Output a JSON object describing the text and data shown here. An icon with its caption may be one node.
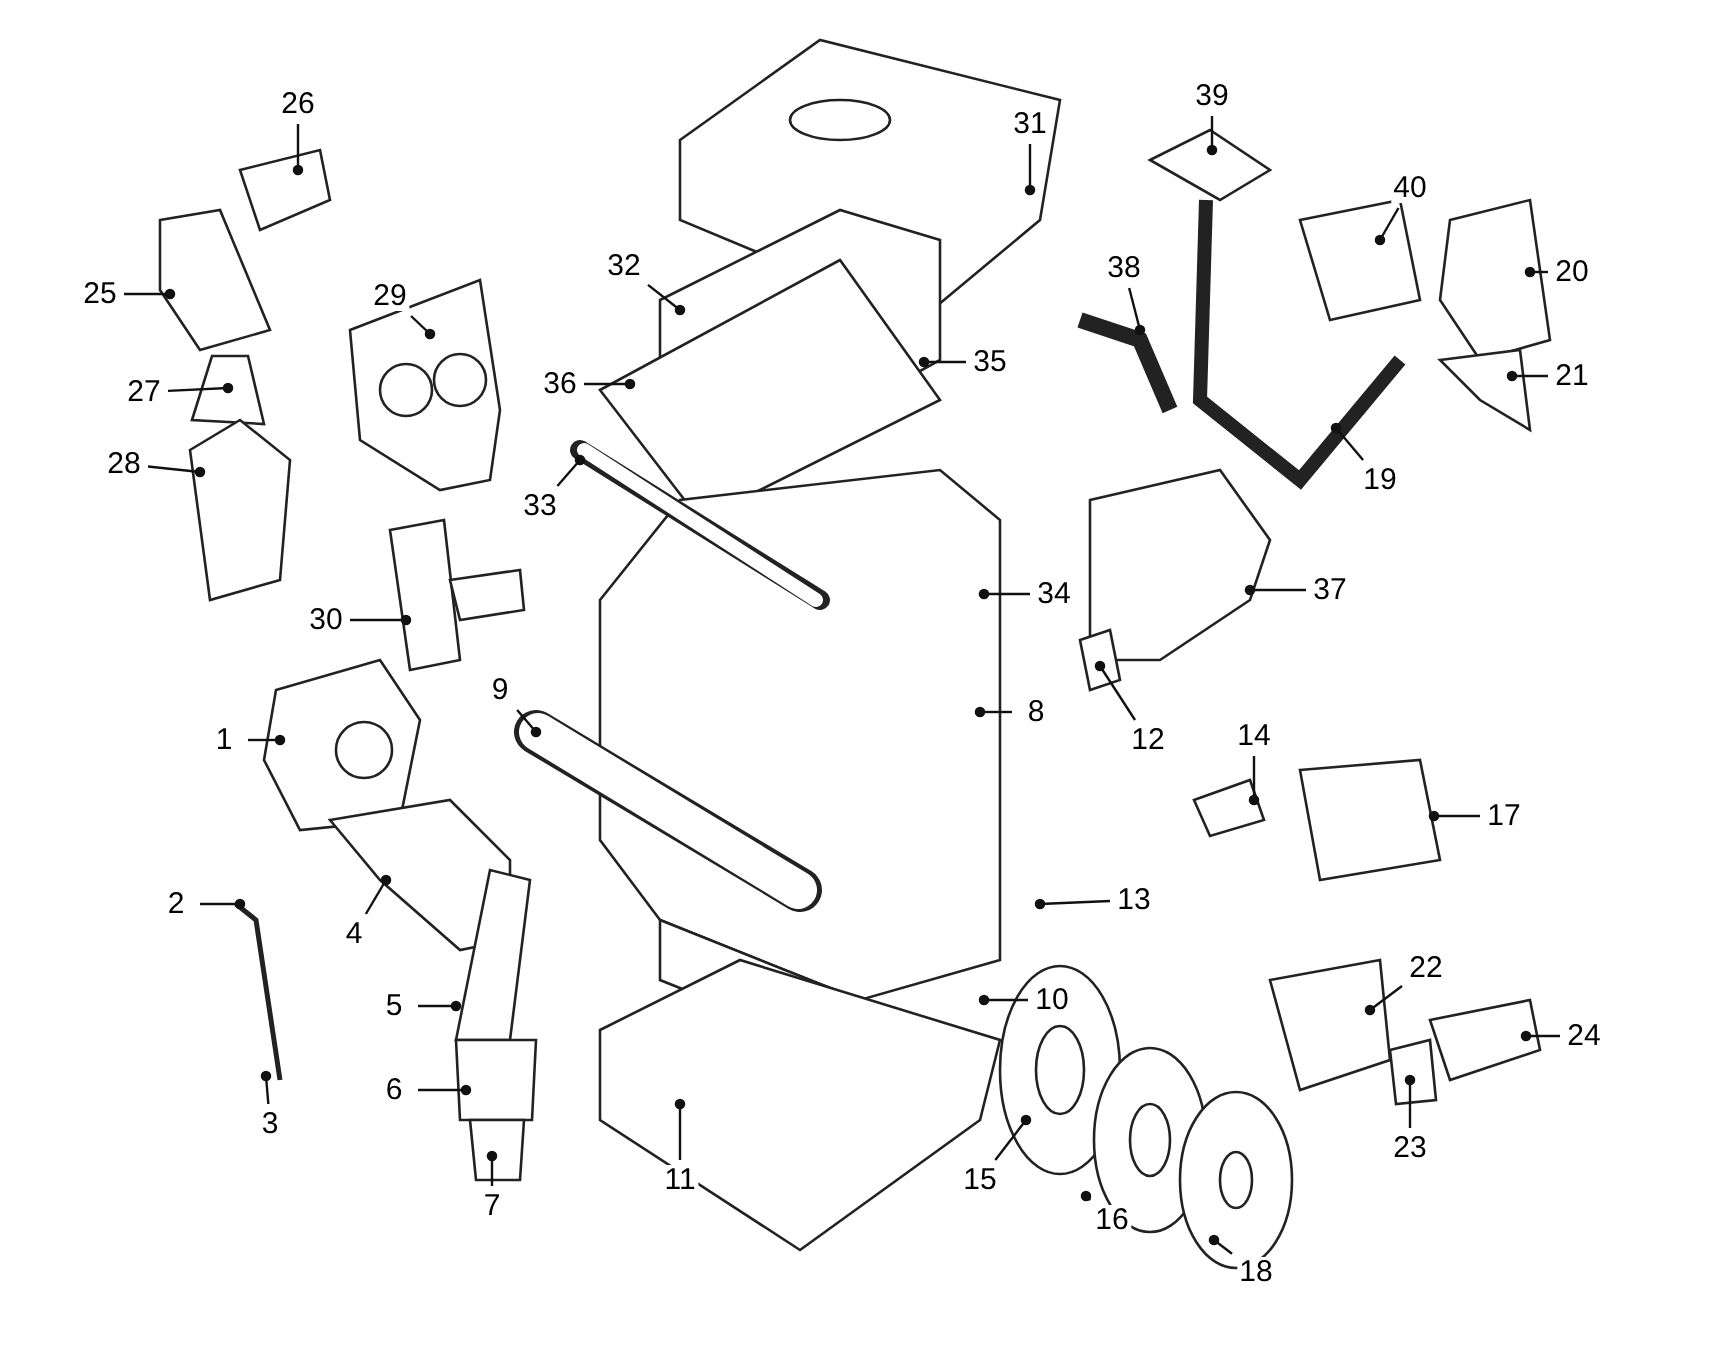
{
  "diagram": {
    "nodes": [
      {
        "text": [
          "1"
        ]
      },
      {
        "text": [
          "2"
        ]
      },
      {
        "text": [
          "3"
        ]
      },
      {
        "text": [
          "4"
        ]
      },
      {
        "text": [
          "5"
        ]
      },
      {
        "text": [
          "6"
        ]
      },
      {
        "text": [
          "7"
        ]
      },
      {
        "text": [
          "8"
        ]
      },
      {
        "text": [
          "9"
        ]
      },
      {
        "text": [
          "10"
        ]
      },
      {
        "text": [
          "11"
        ]
      },
      {
        "text": [
          "12"
        ]
      },
      {
        "text": [
          "13"
        ]
      },
      {
        "text": [
          "14"
        ]
      },
      {
        "text": [
          "15"
        ]
      },
      {
        "text": [
          "16"
        ]
      },
      {
        "text": [
          "17"
        ]
      },
      {
        "text": [
          "18"
        ]
      },
      {
        "text": [
          "19"
        ]
      },
      {
        "text": [
          "20"
        ]
      },
      {
        "text": [
          "21"
        ]
      },
      {
        "text": [
          "22"
        ]
      },
      {
        "text": [
          "23"
        ]
      },
      {
        "text": [
          "24"
        ]
      },
      {
        "text": [
          "25"
        ]
      },
      {
        "text": [
          "26"
        ]
      },
      {
        "text": [
          "27"
        ]
      },
      {
        "text": [
          "28"
        ]
      },
      {
        "text": [
          "29"
        ]
      },
      {
        "text": [
          "30"
        ]
      },
      {
        "text": [
          "31"
        ]
      },
      {
        "text": [
          "32"
        ]
      },
      {
        "text": [
          "33"
        ]
      },
      {
        "text": [
          "34"
        ]
      },
      {
        "text": [
          "35"
        ]
      },
      {
        "text": [
          "36"
        ]
      },
      {
        "text": [
          "37"
        ]
      },
      {
        "text": [
          "38"
        ]
      },
      {
        "text": [
          "39"
        ]
      },
      {
        "text": [
          "40"
        ]
      }
    ],
    "edges": [
      {
        "from": 0,
        "to": null,
        "arrow": "other"
      },
      {
        "from": 1,
        "to": null,
        "arrow": "other"
      },
      {
        "from": 2,
        "to": null,
        "arrow": "other"
      },
      {
        "from": 3,
        "to": null,
        "arrow": "other"
      },
      {
        "from": 4,
        "to": null,
        "arrow": "other"
      },
      {
        "from": 5,
        "to": null,
        "arrow": "other"
      },
      {
        "from": 6,
        "to": null,
        "arrow": "other"
      },
      {
        "from": 7,
        "to": null,
        "arrow": "other"
      },
      {
        "from": 8,
        "to": null,
        "arrow": "other"
      },
      {
        "from": 9,
        "to": null,
        "arrow": "other"
      },
      {
        "from": 10,
        "to": null,
        "arrow": "other"
      },
      {
        "from": 11,
        "to": null,
        "arrow": "other"
      },
      {
        "from": 12,
        "to": null,
        "arrow": "other"
      },
      {
        "from": 13,
        "to": null,
        "arrow": "other"
      },
      {
        "from": 14,
        "to": null,
        "arrow": "other"
      },
      {
        "from": 15,
        "to": null,
        "arrow": "other"
      },
      {
        "from": 16,
        "to": null,
        "arrow": "other"
      },
      {
        "from": 17,
        "to": null,
        "arrow": "other"
      },
      {
        "from": 18,
        "to": null,
        "arrow": "other"
      },
      {
        "from": 19,
        "to": null,
        "arrow": "other"
      },
      {
        "from": 20,
        "to": null,
        "arrow": "other"
      },
      {
        "from": 21,
        "to": null,
        "arrow": "other"
      },
      {
        "from": 22,
        "to": null,
        "arrow": "other"
      },
      {
        "from": 23,
        "to": null,
        "arrow": "other"
      },
      {
        "from": 24,
        "to": null,
        "arrow": "other"
      },
      {
        "from": 25,
        "to": null,
        "arrow": "other"
      },
      {
        "from": 26,
        "to": null,
        "arrow": "other"
      },
      {
        "from": 27,
        "to": null,
        "arrow": "other"
      },
      {
        "from": 28,
        "to": null,
        "arrow": "other"
      },
      {
        "from": 29,
        "to": null,
        "arrow": "other"
      },
      {
        "from": 30,
        "to": null,
        "arrow": "other"
      },
      {
        "from": 31,
        "to": null,
        "arrow": "other"
      },
      {
        "from": 32,
        "to": null,
        "arrow": "other"
      },
      {
        "from": 33,
        "to": null,
        "arrow": "other"
      },
      {
        "from": 34,
        "to": null,
        "arrow": "other"
      },
      {
        "from": 35,
        "to": null,
        "arrow": "other"
      },
      {
        "from": 36,
        "to": null,
        "arrow": "other"
      },
      {
        "from": 37,
        "to": null,
        "arrow": "other"
      },
      {
        "from": 38,
        "to": null,
        "arrow": "other"
      },
      {
        "from": 39,
        "to": null,
        "arrow": "other"
      }
    ]
  }
}
